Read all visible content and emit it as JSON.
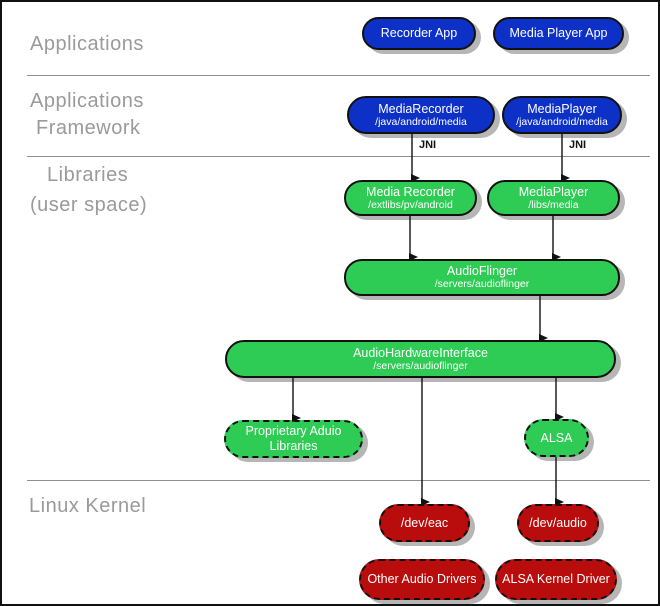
{
  "sections": {
    "applications": {
      "label": "Applications"
    },
    "framework": {
      "line1": "Applications",
      "line2": "Framework"
    },
    "libraries": {
      "line1": "Libraries",
      "line2": "(user space)"
    },
    "kernel": {
      "label": "Linux Kernel"
    }
  },
  "nodes": {
    "recorder_app": {
      "label": "Recorder App"
    },
    "media_player_app": {
      "label": "Media Player App"
    },
    "media_recorder_framework": {
      "label": "MediaRecorder",
      "path": "/java/android/media"
    },
    "media_player_framework": {
      "label": "MediaPlayer",
      "path": "/java/android/media"
    },
    "media_recorder_lib": {
      "label": "Media Recorder",
      "path": "/extlibs/pv/android"
    },
    "media_player_lib": {
      "label": "MediaPlayer",
      "path": "/libs/media"
    },
    "audio_flinger": {
      "label": "AudioFlinger",
      "path": "/servers/audioflinger"
    },
    "audio_hardware_interface": {
      "label": "AudioHardwareInterface",
      "path": "/servers/audioflinger"
    },
    "proprietary_audio_libraries": {
      "line1": "Proprietary Aduio",
      "line2": "Libraries"
    },
    "alsa": {
      "label": "ALSA"
    },
    "dev_eac": {
      "label": "/dev/eac"
    },
    "dev_audio": {
      "label": "/dev/audio"
    },
    "other_audio_drivers": {
      "label": "Other Audio Drivers"
    },
    "alsa_kernel_driver": {
      "label": "ALSA Kernel Driver"
    }
  },
  "edge_labels": {
    "jni_left": "JNI",
    "jni_right": "JNI"
  },
  "colors": {
    "app_blue": "#0d31c6",
    "lib_green": "#2ecc54",
    "kernel_red": "#b90d0d",
    "shadow_gray": "#b6b6b6",
    "section_label_gray": "#9a9a9a",
    "divider_gray": "#8f8f8f"
  }
}
